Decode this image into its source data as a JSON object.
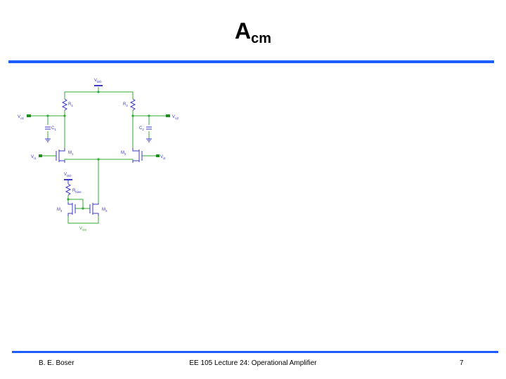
{
  "slide": {
    "title_main": "A",
    "title_sub": "cm",
    "footer_left": "B. E. Boser",
    "footer_center": "EE 105 Lecture 24: Operational Amplifier",
    "page_number": "7"
  },
  "schematic": {
    "vdd_top": {
      "main": "V",
      "sub": "DD"
    },
    "vdd_bias": {
      "main": "V",
      "sub": "DD"
    },
    "r1": {
      "main": "R",
      "sub": "1"
    },
    "r2": {
      "main": "R",
      "sub": "2"
    },
    "c1": {
      "main": "C",
      "sub": "1"
    },
    "c2": {
      "main": "C",
      "sub": "2"
    },
    "vo1": {
      "main": "V",
      "sub": "o1"
    },
    "vo2": {
      "main": "V",
      "sub": "o2"
    },
    "vi1": {
      "main": "V",
      "sub": "i1"
    },
    "vi2": {
      "main": "V",
      "sub": "i2"
    },
    "m1": {
      "main": "M",
      "sub": "1"
    },
    "m2": {
      "main": "M",
      "sub": "2"
    },
    "m3": {
      "main": "M",
      "sub": "3"
    },
    "m4": {
      "main": "M",
      "sub": "4"
    },
    "rbias": {
      "main": "R",
      "sub": "bias"
    },
    "vss": {
      "main": "V",
      "sub": "SS"
    }
  },
  "colors": {
    "accent_rule": "#1f5cff",
    "wire": "#33aa33",
    "component": "#3a3ac8"
  }
}
